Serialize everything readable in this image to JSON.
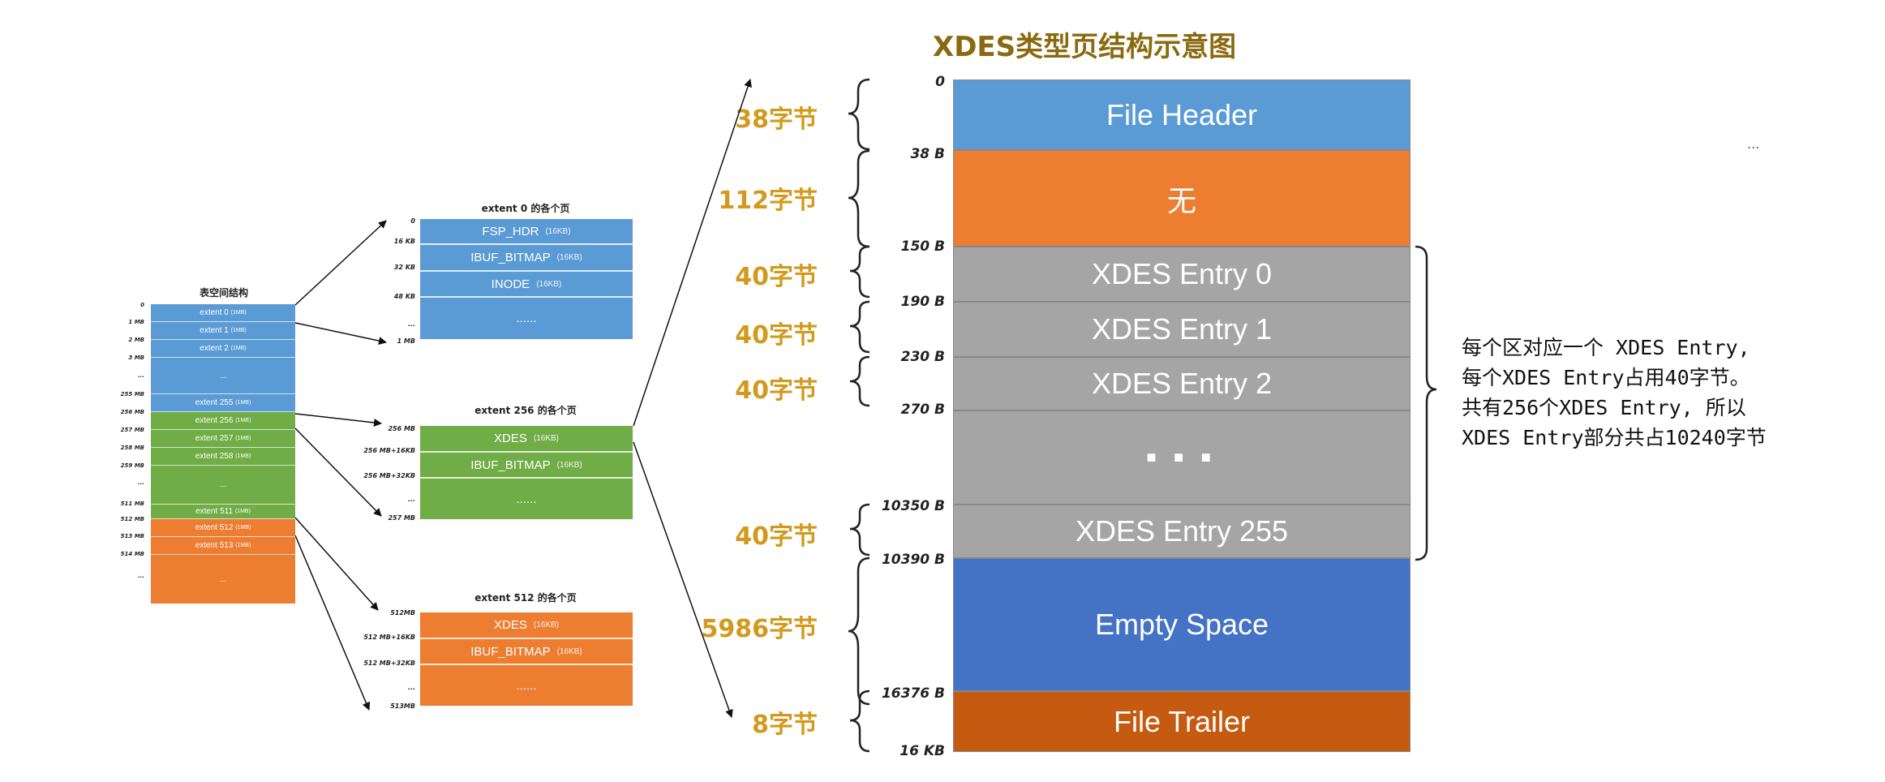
{
  "title": "XDES类型页结构示意图",
  "colors": {
    "blue": "#5b9bd5",
    "orange": "#ed7d31",
    "gray": "#a5a5a5",
    "darkblue": "#4472c4",
    "darkorange": "#c55a11",
    "green": "#70ad47",
    "gold": "#d19a1c"
  },
  "main_blocks": [
    {
      "label": "File Header",
      "color": "#5b9bd5"
    },
    {
      "label": "无",
      "color": "#ed7d31"
    },
    {
      "label": "XDES Entry 0",
      "color": "#a5a5a5"
    },
    {
      "label": "XDES Entry 1",
      "color": "#a5a5a5"
    },
    {
      "label": "XDES Entry 2",
      "color": "#a5a5a5"
    },
    {
      "label": "■ ■ ■",
      "color": "#a5a5a5"
    },
    {
      "label": "XDES Entry 255",
      "color": "#a5a5a5"
    },
    {
      "label": "Empty Space",
      "color": "#4472c4"
    },
    {
      "label": "File Trailer",
      "color": "#c55a11"
    }
  ],
  "byte_labels": [
    "0",
    "38 B",
    "150 B",
    "190 B",
    "230 B",
    "270 B",
    "10350 B",
    "10390 B",
    "16376 B",
    "16 KB"
  ],
  "size_labels": [
    "38字节",
    "112字节",
    "40字节",
    "40字节",
    "40字节",
    "40字节",
    "5986字节",
    "8字节"
  ],
  "note": "每个区对应一个 XDES Entry,\n每个XDES Entry占用40字节。\n共有256个XDES Entry, 所以\nXDES Entry部分共占10240字节",
  "corner_ellipsis": "...",
  "tablespace": {
    "title": "表空间结构",
    "blocks": [
      {
        "label": "extent 0",
        "size": "(1MB)",
        "color": "#5b9bd5"
      },
      {
        "label": "extent 1",
        "size": "(1MB)",
        "color": "#5b9bd5"
      },
      {
        "label": "extent 2",
        "size": "(1MB)",
        "color": "#5b9bd5"
      },
      {
        "label": "...",
        "size": "",
        "color": "#5b9bd5"
      },
      {
        "label": "extent 255",
        "size": "(1MB)",
        "color": "#5b9bd5"
      },
      {
        "label": "extent 256",
        "size": "(1MB)",
        "color": "#70ad47"
      },
      {
        "label": "extent 257",
        "size": "(1MB)",
        "color": "#70ad47"
      },
      {
        "label": "extent 258",
        "size": "(1MB)",
        "color": "#70ad47"
      },
      {
        "label": "...",
        "size": "",
        "color": "#70ad47"
      },
      {
        "label": "extent 511",
        "size": "(1MB)",
        "color": "#70ad47"
      },
      {
        "label": "extent 512",
        "size": "(1MB)",
        "color": "#ed7d31"
      },
      {
        "label": "extent 513",
        "size": "(1MB)",
        "color": "#ed7d31"
      },
      {
        "label": "...",
        "size": "",
        "color": "#ed7d31"
      }
    ],
    "offsets": [
      "0",
      "1 MB",
      "2 MB",
      "3 MB",
      "...",
      "255 MB",
      "256 MB",
      "257 MB",
      "258 MB",
      "259 MB",
      "...",
      "511 MB",
      "512 MB",
      "513 MB",
      "514 MB",
      "..."
    ]
  },
  "extents": [
    {
      "title": "extent 0 的各个页",
      "color": "#5b9bd5",
      "pages": [
        {
          "label": "FSP_HDR",
          "size": "(16KB)"
        },
        {
          "label": "IBUF_BITMAP",
          "size": "(16KB)"
        },
        {
          "label": "INODE",
          "size": "(16KB)"
        },
        {
          "label": "......",
          "size": ""
        }
      ],
      "offsets": [
        "0",
        "16 KB",
        "32 KB",
        "48 KB",
        "...",
        "1 MB"
      ]
    },
    {
      "title": "extent 256 的各个页",
      "color": "#70ad47",
      "pages": [
        {
          "label": "XDES",
          "size": "(16KB)"
        },
        {
          "label": "IBUF_BITMAP",
          "size": "(16KB)"
        },
        {
          "label": "......",
          "size": ""
        }
      ],
      "offsets": [
        "256 MB",
        "256 MB+16KB",
        "256 MB+32KB",
        "...",
        "257 MB"
      ]
    },
    {
      "title": "extent 512 的各个页",
      "color": "#ed7d31",
      "pages": [
        {
          "label": "XDES",
          "size": "(16KB)"
        },
        {
          "label": "IBUF_BITMAP",
          "size": "(16KB)"
        },
        {
          "label": "......",
          "size": ""
        }
      ],
      "offsets": [
        "512MB",
        "512 MB+16KB",
        "512 MB+32KB",
        "...",
        "513MB"
      ]
    }
  ]
}
